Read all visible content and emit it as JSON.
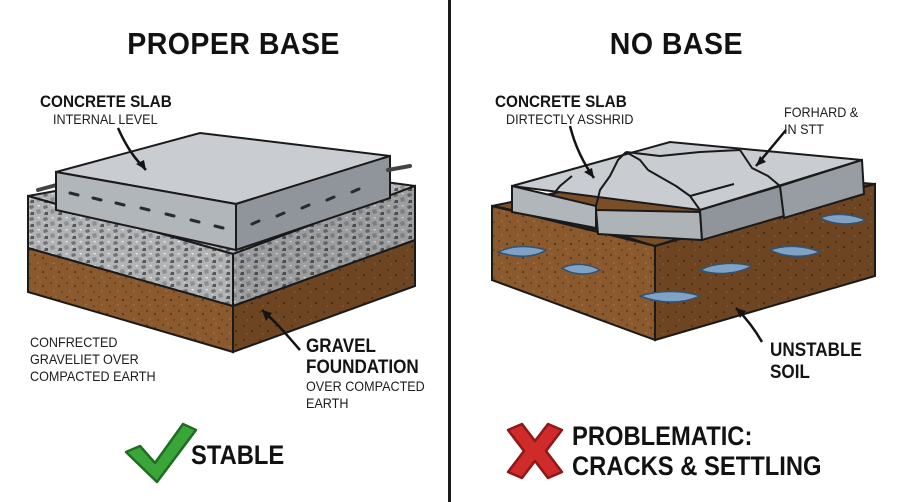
{
  "left_panel": {
    "title": "PROPER BASE",
    "slab_label": "CONCRETE SLAB",
    "slab_sublabel": "INTERNAL LEVEL",
    "side_note": [
      "CONFRECTED",
      "GRAVELIET OVER",
      "COMPACTED EARTH"
    ],
    "gravel_label": [
      "GRAVEL",
      "FOUNDATION"
    ],
    "gravel_sublabel": [
      "OVER COMPACTED",
      "EARTH"
    ],
    "verdict": "STABLE",
    "verdict_icon": "check-icon"
  },
  "right_panel": {
    "title": "NO BASE",
    "slab_label": "CONCRETE SLAB",
    "slab_sublabel": "DIRTECTLY ASSHRID",
    "corner_note": [
      "FORHARD &",
      "IN STT"
    ],
    "soil_label": [
      "UNSTABLE",
      "SOIL"
    ],
    "verdict": [
      "PROBLEMATIC:",
      "CRACKS & SETTLING"
    ],
    "verdict_icon": "x-icon"
  },
  "colors": {
    "check": "#3aa63a",
    "cross": "#cf2b2b",
    "concrete": "#c9cdd1",
    "soil": "#8a5a2e",
    "gravel": "#b4b6b8",
    "water": "#7fa3c8"
  }
}
